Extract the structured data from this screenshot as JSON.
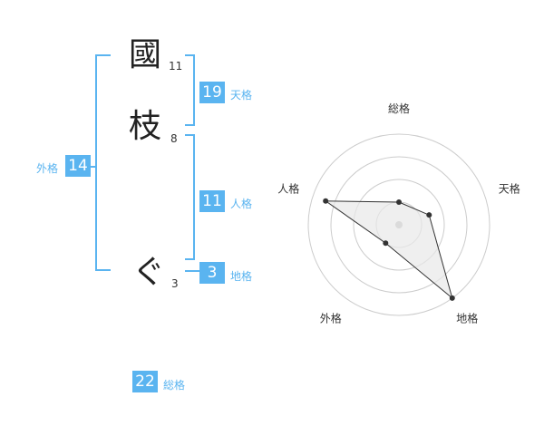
{
  "name": {
    "chars": [
      {
        "char": "國",
        "strokes": "11"
      },
      {
        "char": "枝",
        "strokes": "8"
      },
      {
        "char": "ぐ",
        "strokes": "3"
      }
    ]
  },
  "kakusu": {
    "tenkaku": {
      "value": "19",
      "label": "天格"
    },
    "jinkaku": {
      "value": "11",
      "label": "人格"
    },
    "chikaku": {
      "value": "3",
      "label": "地格"
    },
    "gaikaku": {
      "value": "14",
      "label": "外格"
    },
    "soukaku": {
      "value": "22",
      "label": "総格"
    }
  },
  "chart_data": {
    "type": "radar",
    "axes": [
      "総格",
      "天格",
      "地格",
      "外格",
      "人格"
    ],
    "values": [
      0.25,
      0.35,
      1.0,
      0.25,
      0.85
    ],
    "range": [
      0,
      1
    ],
    "rings": 4,
    "colors": {
      "fill": "#e8e8e8",
      "line": "#333333",
      "grid": "#cccccc",
      "center": "#bbbbbb"
    }
  }
}
